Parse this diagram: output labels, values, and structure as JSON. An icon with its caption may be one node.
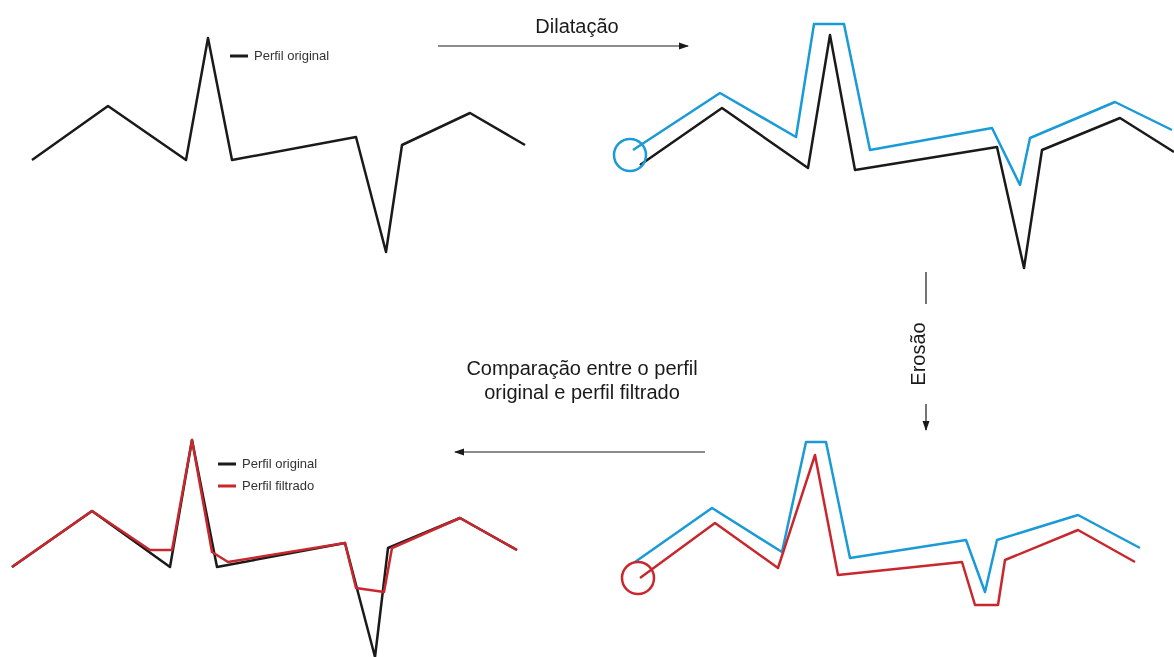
{
  "diagram": {
    "nodes": [
      {
        "text": [],
        "shape": "picture"
      },
      {
        "text": [],
        "shape": "picture"
      },
      {
        "text": [],
        "shape": "picture"
      },
      {
        "text": [],
        "shape": "picture"
      }
    ],
    "edges": [
      {
        "from": 0,
        "to": 1,
        "arrow": "to",
        "label": "Dilatação"
      },
      {
        "from": 1,
        "to": 3,
        "arrow": "to",
        "label": "Erosão"
      },
      {
        "from": 3,
        "to": 2,
        "arrow": "to",
        "label": "Comparação entre o perfil original e perfil filtrado"
      }
    ],
    "legend": [
      {
        "text": "Perfil original",
        "color": "#1a1a1a"
      },
      {
        "text": "Perfil original",
        "color": "#1a1a1a"
      },
      {
        "text": "Perfil filtrado",
        "color": "#c8282d"
      }
    ]
  }
}
